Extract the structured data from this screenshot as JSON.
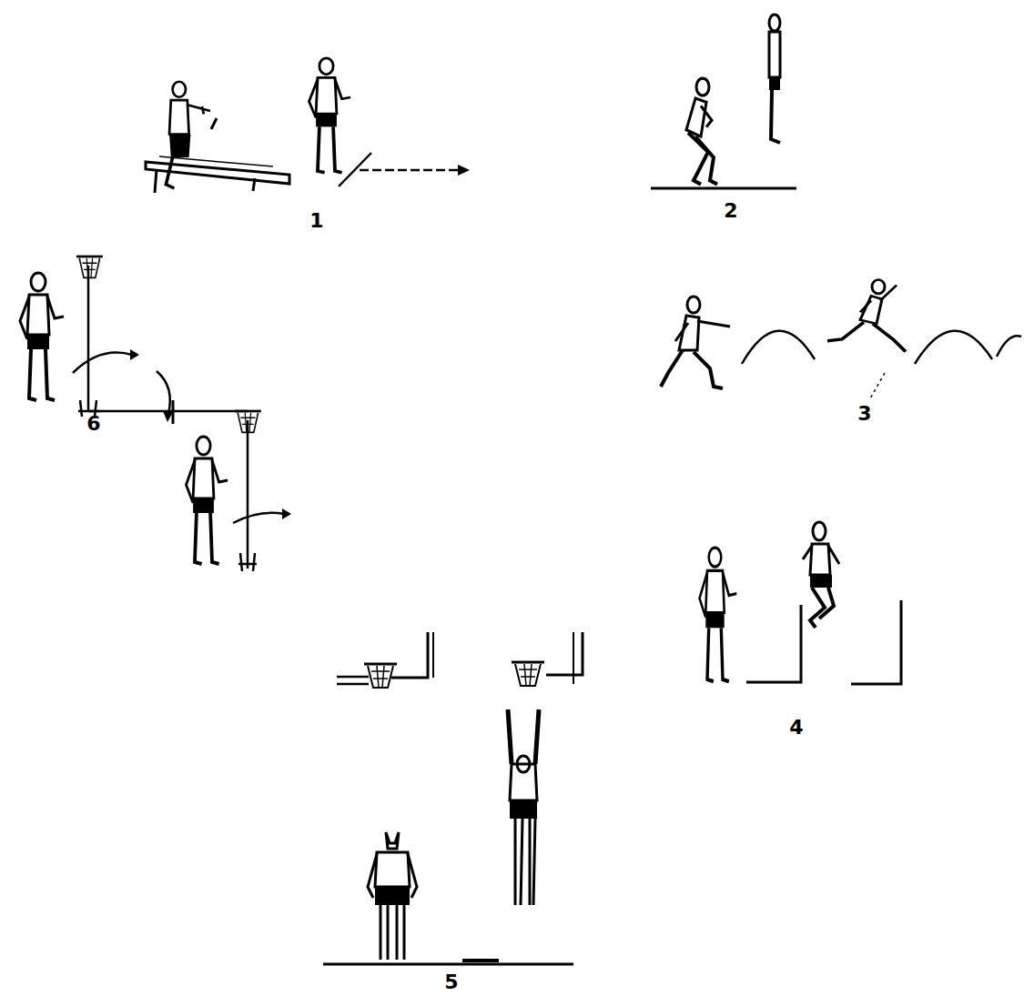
{
  "diagram": {
    "labels": [
      "1",
      "2",
      "3",
      "6",
      "4",
      "5"
    ]
  }
}
